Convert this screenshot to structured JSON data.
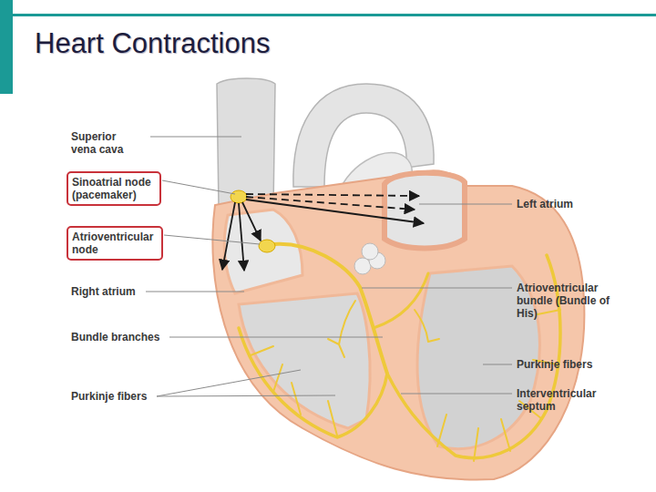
{
  "diagram": {
    "title": "Heart Contractions",
    "nodes": [
      {
        "text": [
          "Sinoatrial node (pacemaker)"
        ]
      },
      {
        "text": [
          "Atrioventricular node"
        ]
      }
    ],
    "labels": [
      "Superior vena cava",
      "Right atrium",
      "Bundle branches",
      "Purkinje fibers",
      "Left atrium",
      "Atrioventricular bundle (Bundle of His)",
      "Purkinje fibers",
      "Interventricular septum"
    ]
  }
}
